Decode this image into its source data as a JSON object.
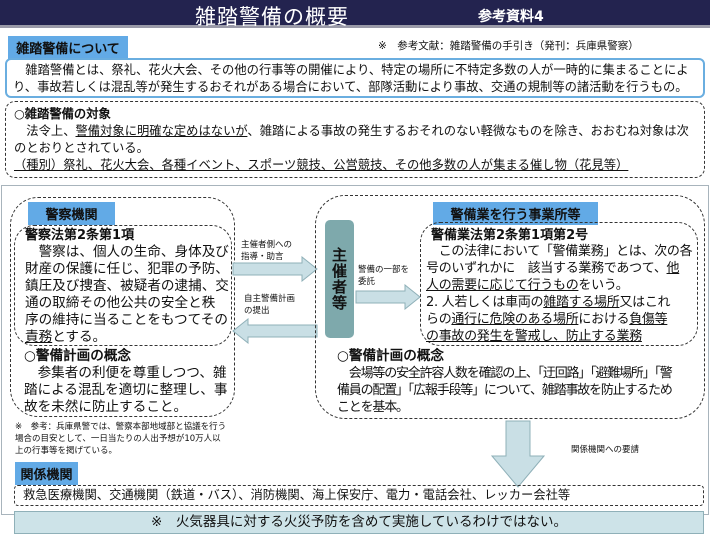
{
  "header": {
    "title": "雑踏警備の概要",
    "ref": "参考資料4"
  },
  "about": {
    "label": "雑踏警備について",
    "citation": "※　参考文献：雑踏警備の手引き（発刊：兵庫県警察）",
    "lines": [
      "　雑踏警備とは、祭礼、花火大会、その他の行事等の開催により、特定の場所に不特定多数の人が一時的に集まることによ",
      "り、事故若しくは混乱等が発生するおそれがある場合において、部隊活動により事故、交通の規制等の諸活動を行うもの。"
    ]
  },
  "target": {
    "heading": "○雑踏警備の対象",
    "l1a": "　法令上、",
    "l1b": "警備対象に明確な定めはないが",
    "l1c": "、雑踏による事故の発生するおそれのない軽微なものを除き、おおむね対象は次",
    "l2": "のとおりとされている。",
    "l3": "（種別）祭礼、花火大会、各種イベント、スポーツ競技、公営競技、その他多数の人が集まる催し物（花見等）"
  },
  "police": {
    "label": "警察機関",
    "law": "警察法第2条第1項",
    "lines": [
      "　警察は、個人の生命、身体及び",
      "財産の保護に任じ、犯罪の予防、",
      "鎮圧及び捜査、被疑者の逮捕、交",
      "通の取締その他公共の安全と秩",
      "序の維持に当ることをもつてその"
    ],
    "last_u": "責務",
    "last": "とする。",
    "plan_heading": "○警備計画の概念",
    "plan_lines": [
      "　参集者の利便を尊重しつつ、雑",
      "踏による混乱を適切に整理し、事",
      "故を未然に防止すること。"
    ],
    "note_lines": [
      "※　参考：兵庫県警では、警察本部地域部と協議を行う",
      "場合の目安として、一日当たりの人出予想が10万人以",
      "上の行事等を掲げている。"
    ]
  },
  "arrows": {
    "to_org": [
      "主催者側への",
      "指導・助言"
    ],
    "to_police": [
      "自主警備計画",
      "の提出"
    ],
    "entrust": [
      "警備の一部を",
      "委託"
    ],
    "request": "関係機関への要請"
  },
  "organizer": {
    "label": "主催者等"
  },
  "security": {
    "label": "警備業を行う事業所等",
    "law": "警備業法第2条第1項第2号",
    "l1": "　この法律において「警備業務」とは、次の各",
    "l2a": "号のいずれかに　該当する業務であつて、",
    "l2b": "他",
    "l3a": "人の需要に応じて行うもの",
    "l3b": "をいう。",
    "l4a": "2. 人若しくは車両の",
    "l4b": "雑踏する場所",
    "l4c": "又はこれ",
    "l5a": "らの",
    "l5b": "通行に危険のある場所",
    "l5c": "における",
    "l5d": "負傷等",
    "l6": "の事故の発生を警戒し、防止する業務",
    "plan_heading": "○警備計画の概念",
    "plan_lines": [
      "　会場等の安全許容人数を確認の上、「迂回路」「避難場所」「警",
      "備員の配置」「広報手段等」について、雑踏事故を防止するため",
      "ことを基本。"
    ]
  },
  "related": {
    "label": "関係機関",
    "text": "救急医療機関、交通機関（鉄道・バス）、消防機関、海上保安庁、電力・電話会社、レッカー会社等"
  },
  "footer": {
    "text": "※　火気器具に対する火災予防を含めて実施しているわけではない。"
  },
  "colors": {
    "header": "#23234f",
    "label": "#62aae6",
    "organizer": "#7ea9ac",
    "arrow": "#c9dfe5"
  }
}
